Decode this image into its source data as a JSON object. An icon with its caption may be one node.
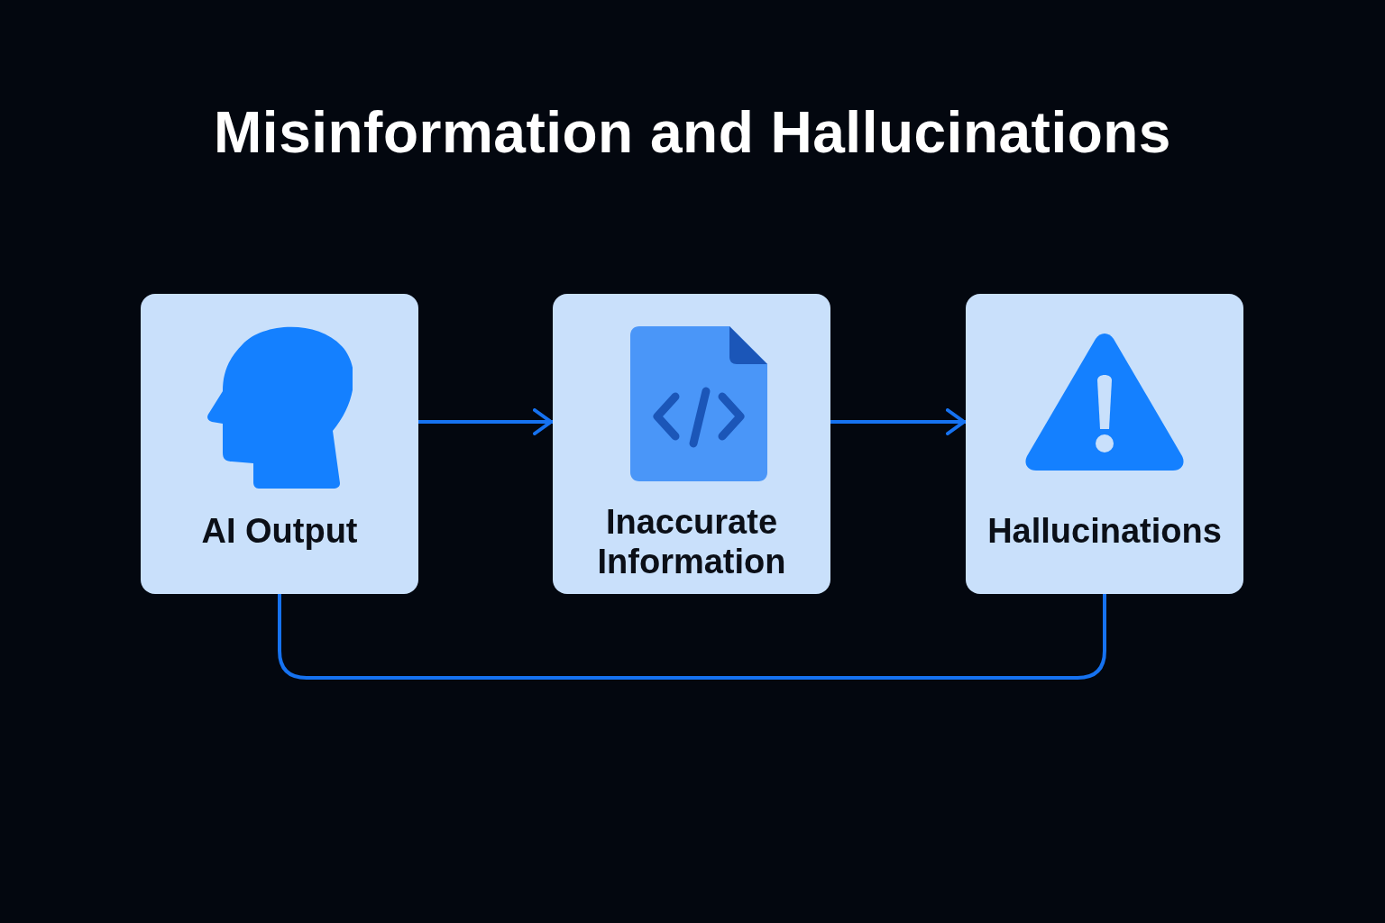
{
  "diagram": {
    "title": "Misinformation and Hallucinations",
    "nodes": [
      {
        "text": [
          "AI Output"
        ]
      },
      {
        "text": [
          "Inaccurate Information"
        ]
      },
      {
        "text": [
          "Hallucinations"
        ]
      }
    ],
    "edges": [
      {
        "from": 0,
        "to": 1,
        "arrow": "to"
      },
      {
        "from": 1,
        "to": 2,
        "arrow": "to"
      },
      {
        "from": 0,
        "to": 2,
        "arrow": "none"
      }
    ]
  }
}
